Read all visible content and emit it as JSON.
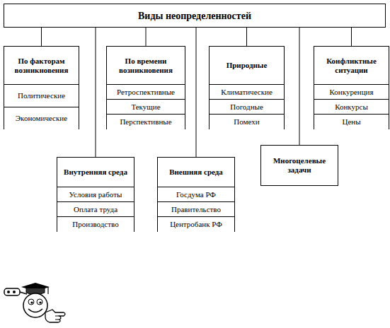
{
  "diagram": {
    "nodes": [
      {
        "text": [
          "Виды неопределенностей"
        ]
      },
      {
        "text": [
          "По факторам возникновения"
        ]
      },
      {
        "text": [
          "Политические"
        ],
        "in": 1
      },
      {
        "text": [
          "Экономические"
        ],
        "in": 1
      },
      {
        "text": [
          "По времени возникновения"
        ]
      },
      {
        "text": [
          "Ретроспективные"
        ],
        "in": 4
      },
      {
        "text": [
          "Текущие"
        ],
        "in": 4
      },
      {
        "text": [
          "Перспективные"
        ],
        "in": 4
      },
      {
        "text": [
          "Природные"
        ]
      },
      {
        "text": [
          "Климатические"
        ],
        "in": 8
      },
      {
        "text": [
          "Погодные"
        ],
        "in": 8
      },
      {
        "text": [
          "Помехи"
        ],
        "in": 8
      },
      {
        "text": [
          "Конфликтные ситуации"
        ]
      },
      {
        "text": [
          "Конкуренция"
        ],
        "in": 12
      },
      {
        "text": [
          "Конкурсы"
        ],
        "in": 12
      },
      {
        "text": [
          "Цены"
        ],
        "in": 12
      },
      {
        "text": [
          "Внутренняя среда"
        ]
      },
      {
        "text": [
          "Условия работы"
        ],
        "in": 16
      },
      {
        "text": [
          "Оплата труда"
        ],
        "in": 16
      },
      {
        "text": [
          "Производство"
        ],
        "in": 16
      },
      {
        "text": [
          "Внешняя среда"
        ]
      },
      {
        "text": [
          "Госдума РФ"
        ],
        "in": 20
      },
      {
        "text": [
          "Правительство"
        ],
        "in": 20
      },
      {
        "text": [
          "Центробанк РФ"
        ],
        "in": 20
      },
      {
        "text": [
          "Многоцелевые задачи"
        ]
      }
    ],
    "edges": [
      {
        "from": 0,
        "to": 1,
        "arrow": "none"
      },
      {
        "from": 0,
        "to": 16,
        "arrow": "none"
      },
      {
        "from": 0,
        "to": 4,
        "arrow": "none"
      },
      {
        "from": 0,
        "to": 20,
        "arrow": "none"
      },
      {
        "from": 0,
        "to": 8,
        "arrow": "none"
      },
      {
        "from": 0,
        "to": 24,
        "arrow": "none"
      },
      {
        "from": 0,
        "to": 12,
        "arrow": "none"
      }
    ]
  }
}
